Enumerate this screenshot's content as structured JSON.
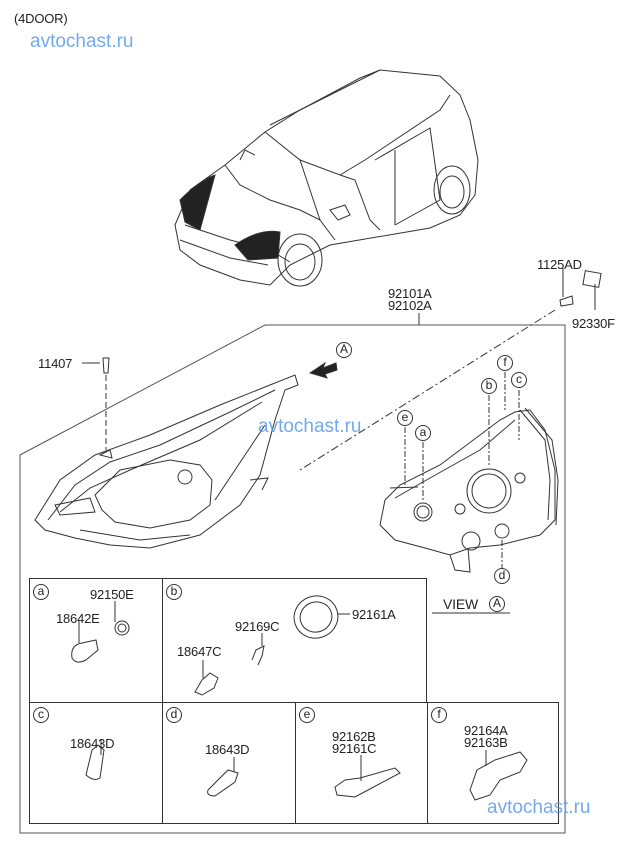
{
  "header": {
    "variant": "(4DOOR)"
  },
  "watermark": {
    "text": "avtochast.ru",
    "color": "#5b9bea"
  },
  "main_assembly": {
    "part_numbers": [
      "92101A",
      "92102A"
    ],
    "screw": "11407",
    "bolt": "1125AD",
    "clip": "92330F",
    "view_marker": "A"
  },
  "view_a": {
    "label": "VIEW",
    "marker": "A",
    "callouts": [
      "e",
      "a",
      "b",
      "f",
      "c",
      "d"
    ]
  },
  "details": [
    {
      "key": "a",
      "parts": [
        "92150E",
        "18642E"
      ]
    },
    {
      "key": "b",
      "parts": [
        "92161A",
        "92169C",
        "18647C"
      ]
    },
    {
      "key": "c",
      "parts": [
        "18643D"
      ]
    },
    {
      "key": "d",
      "parts": [
        "18643D"
      ]
    },
    {
      "key": "e",
      "parts": [
        "92162B",
        "92161C"
      ]
    },
    {
      "key": "f",
      "parts": [
        "92164A",
        "92163B"
      ]
    }
  ]
}
